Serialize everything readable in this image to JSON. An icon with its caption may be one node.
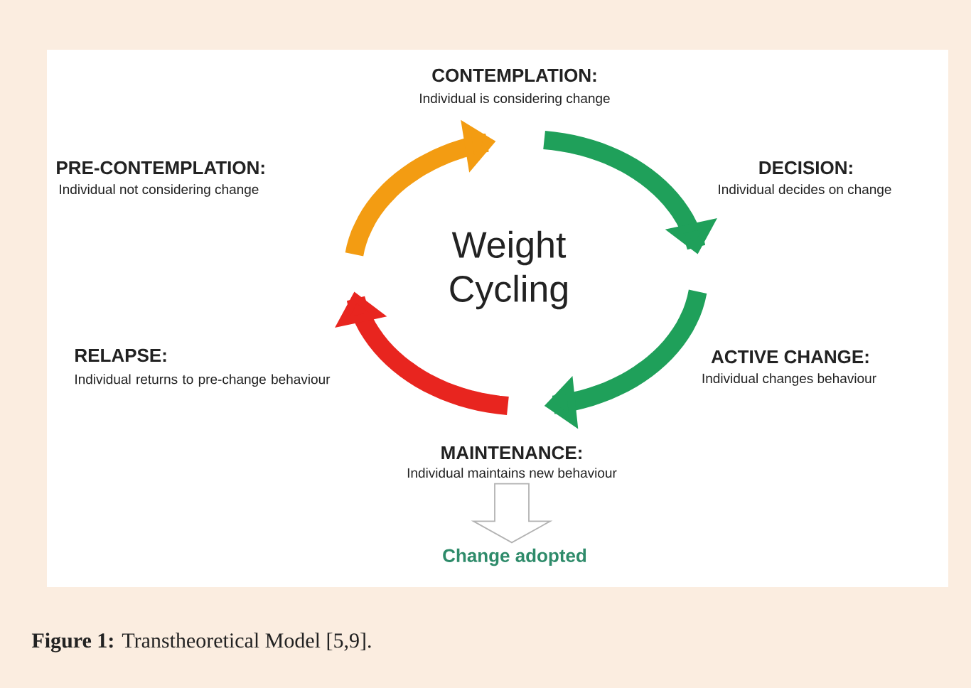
{
  "diagram": {
    "caption": "**Figure 1:** Transtheoretical Model [5,9].",
    "nodes": [
      {
        "text": [
          "MAINTENANCE:",
          "Individual maintains new behaviour"
        ]
      },
      {
        "text": [
          "Change adopted"
        ]
      }
    ],
    "edges": [
      {
        "from": 0,
        "to": 1,
        "arrow": "to"
      }
    ],
    "labels": [
      "CONTEMPLATION:",
      "Individual is considering change",
      "PRE-CONTEMPLATION:",
      "Individual not considering change",
      "DECISION:",
      "Individual decides on change",
      "Weight Cycling",
      "RELAPSE:",
      "Individual returns to pre-change behaviour",
      "ACTIVE CHANGE:",
      "Individual changes behaviour"
    ]
  }
}
